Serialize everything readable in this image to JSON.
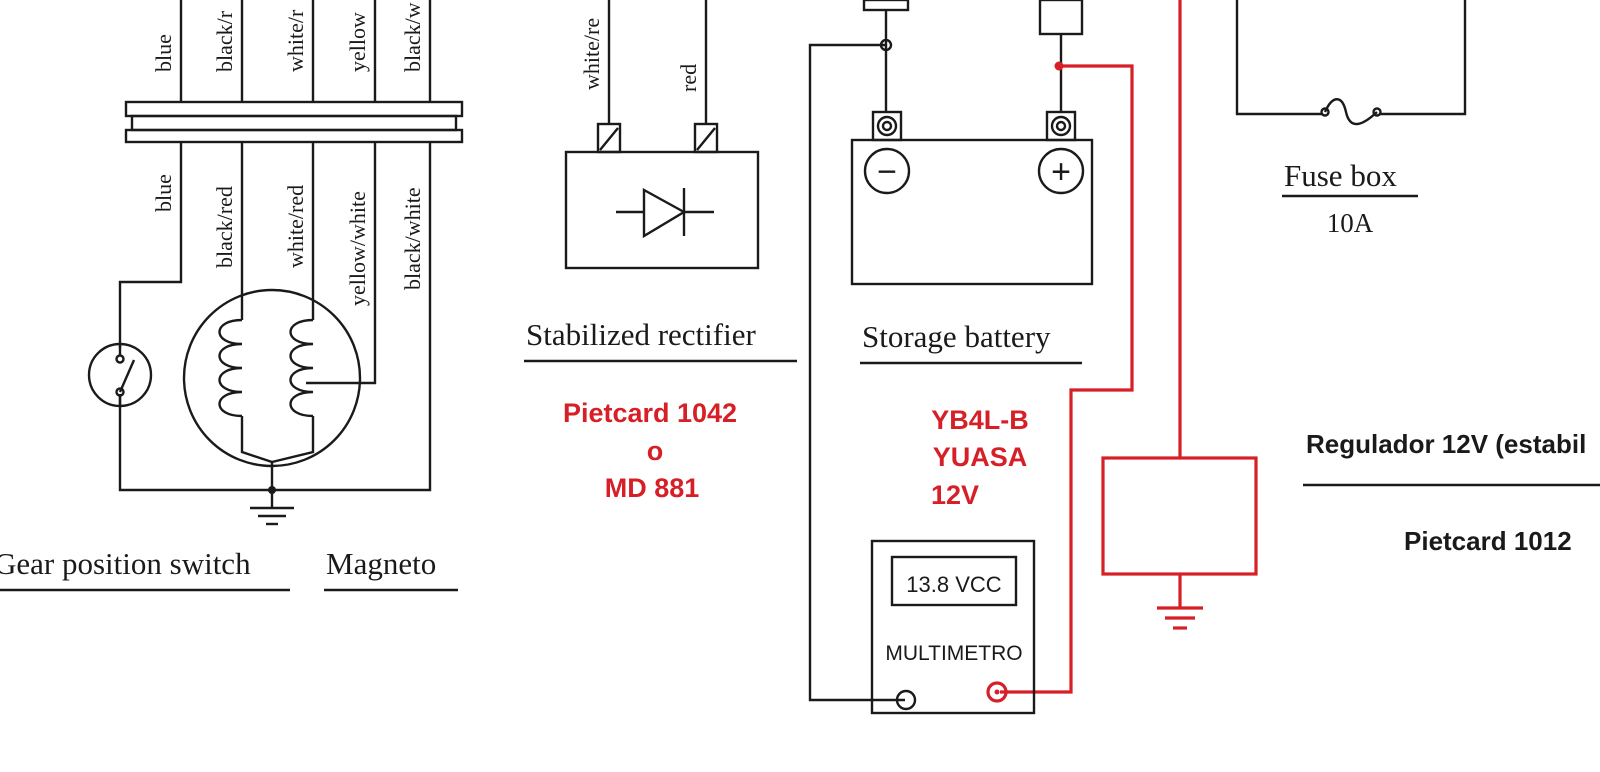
{
  "colors": {
    "ink": "#1a1a1a",
    "annotation_red": "#d61f26",
    "background": "#ffffff"
  },
  "captions": {
    "gear_position_switch": "Gear position switch",
    "magneto": "Magneto",
    "stabilized_rectifier": "Stabilized rectifier",
    "storage_battery": "Storage battery",
    "fuse_box": "Fuse box",
    "fuse_rating": "10A"
  },
  "wire_labels_upper": [
    "blue",
    "black/r",
    "white/r",
    "yellow",
    "black/w"
  ],
  "wire_labels_lower": [
    "blue",
    "black/red",
    "white/red",
    "yellow/white",
    "black/white"
  ],
  "rectifier_wires": [
    "white/re",
    "red"
  ],
  "battery_terminals": {
    "negative": "−",
    "positive": "+"
  },
  "annotations": {
    "rectifier_model": [
      "Pietcard 1042",
      "o",
      "MD 881"
    ],
    "battery_model": [
      "YB4L-B",
      "YUASA",
      "12V"
    ],
    "regulator_title": "Regulador 12V (estabil",
    "regulator_model": "Pietcard 1012"
  },
  "multimeter": {
    "display": "13.8 VCC",
    "label": "MULTIMETRO"
  }
}
